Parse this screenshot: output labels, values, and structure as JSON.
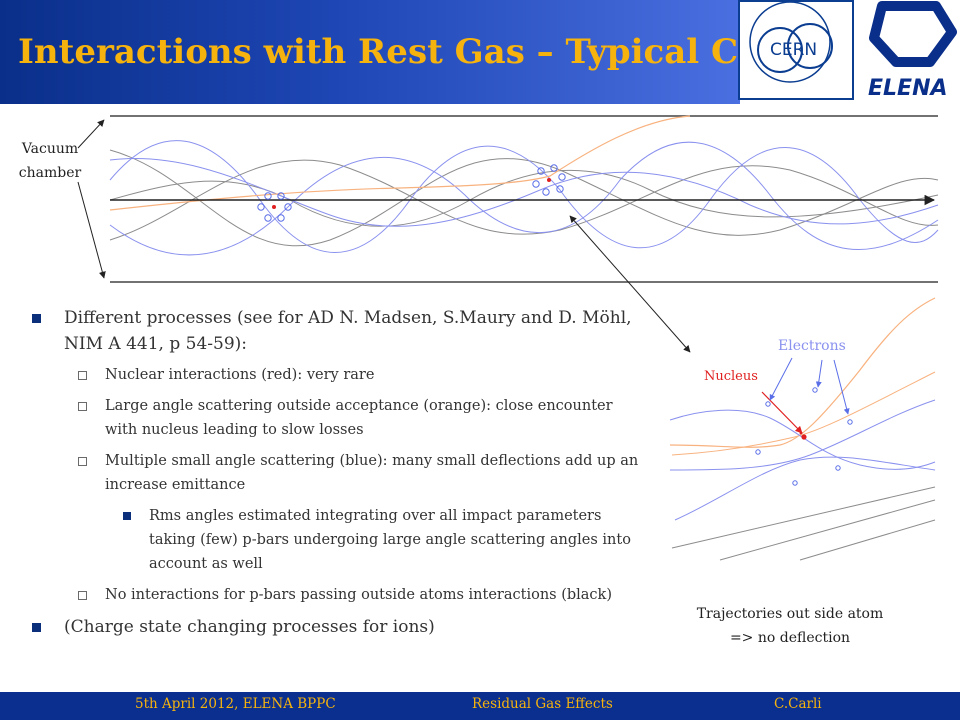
{
  "slide": {
    "title": "Interactions with Rest Gas – Typical Case"
  },
  "logos": {
    "cern": "CERN",
    "elena": "ELENA"
  },
  "diagram": {
    "vacuum_label_line1": "Vacuum",
    "vacuum_label_line2": "chamber",
    "electrons_label": "Electrons",
    "nucleus_label": "Nucleus",
    "trajectories_line1": "Trajectories out side atom",
    "trajectories_line2": "=> no deflection",
    "colors": {
      "blue": "#8a91ee",
      "orange": "#f8b27f",
      "gray": "#8c8c8c",
      "red": "#e02020"
    }
  },
  "bullets": {
    "b1": "Different processes (see for AD N. Madsen, S.Maury and D. Möhl, NIM A 441, p 54-59):",
    "b1_1": "Nuclear interactions (red): very rare",
    "b1_2": "Large angle scattering outside acceptance (orange): close encounter with nucleus leading to slow losses",
    "b1_3": "Multiple small angle scattering (blue): many small deflections add up an increase emittance",
    "b1_3_1": "Rms angles estimated integrating over all impact parameters taking (few) p-bars undergoing large angle scattering angles into account as well",
    "b1_4": "No interactions for p-bars passing outside atoms interactions (black)",
    "b2": "(Charge state changing processes for ions)"
  },
  "footer": {
    "date": "5th April 2012, ELENA BPPC",
    "topic": "Residual Gas Effects",
    "author": "C.Carli"
  }
}
